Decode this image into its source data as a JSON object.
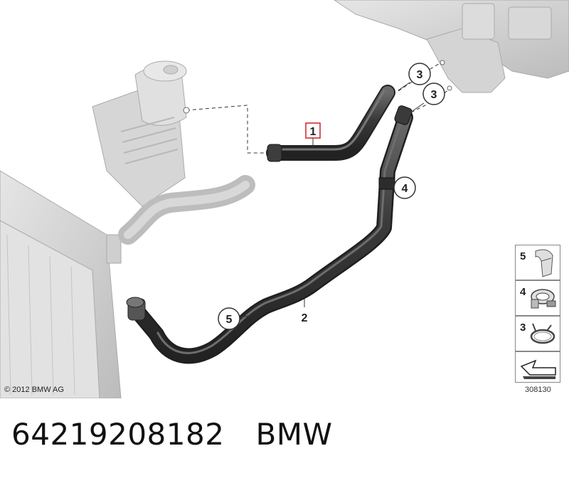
{
  "callouts": {
    "part_1": "1",
    "part_2": "2",
    "part_3a": "3",
    "part_3b": "3",
    "part_4": "4",
    "part_5": "5"
  },
  "legend": {
    "items": [
      {
        "number": "5",
        "icon": "hose-bracket-icon"
      },
      {
        "number": "4",
        "icon": "hose-clamp-icon"
      },
      {
        "number": "3",
        "icon": "spring-clip-icon"
      },
      {
        "number": "",
        "icon": "nav-arrow-icon"
      }
    ],
    "code": "308130"
  },
  "copyright": "© 2012 BMW AG",
  "footer": {
    "part_number": "64219208182",
    "brand": "BMW"
  },
  "colors": {
    "hose": "#3a3a3a",
    "ghost_parts": "#c9c9c9",
    "highlight_box": "#d0202a"
  }
}
